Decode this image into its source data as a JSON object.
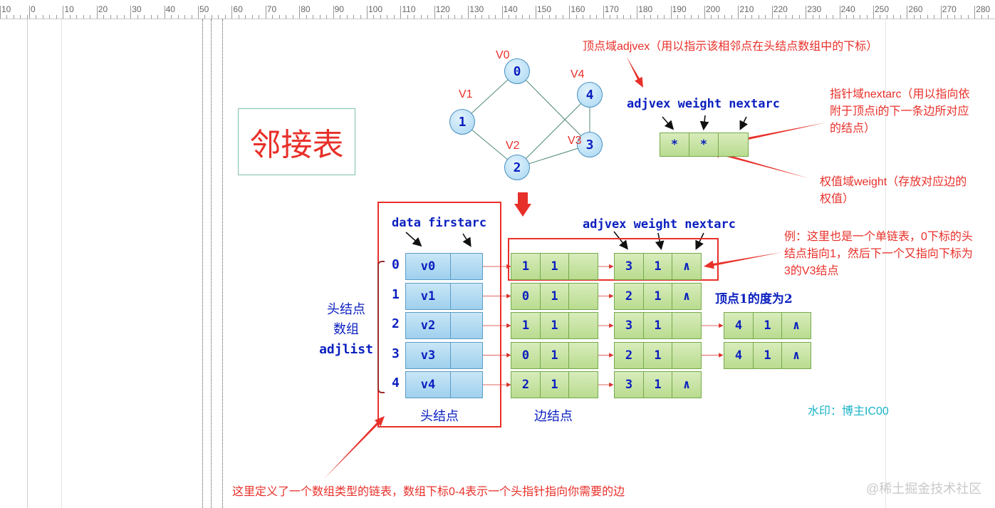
{
  "ruler": {
    "labels": [
      "10",
      "0",
      "10",
      "20",
      "30",
      "40",
      "50",
      "60",
      "70",
      "80",
      "90",
      "100",
      "110",
      "120",
      "130",
      "140",
      "150",
      "160",
      "170",
      "180",
      "190",
      "200",
      "210",
      "220",
      "230",
      "240",
      "250",
      "260",
      "270",
      "280"
    ]
  },
  "title": "邻接表",
  "graph": {
    "node_labels": [
      "0",
      "1",
      "2",
      "3",
      "4"
    ],
    "vertex_labels": [
      "V0",
      "V1",
      "V2",
      "V3",
      "V4"
    ],
    "edges": [
      [
        "0",
        "1"
      ],
      [
        "0",
        "3"
      ],
      [
        "1",
        "2"
      ],
      [
        "2",
        "3"
      ],
      [
        "2",
        "4"
      ],
      [
        "3",
        "4"
      ]
    ]
  },
  "edge_node_demo": {
    "fields": "adjvex weight nextarc",
    "cells": [
      "*",
      "*",
      ""
    ],
    "annotations": {
      "adjvex": "顶点域adjvex（用以指示该相邻点在头结点数组中的下标）",
      "nextarc": [
        "指针域nextarc（用以指向依",
        "附于顶点i的下一条边所对应",
        "的结点）"
      ],
      "weight": [
        "权值域weight（存放对应边的",
        "权值）"
      ]
    }
  },
  "head_array": {
    "fields": "data firstarc",
    "indices": [
      "0",
      "1",
      "2",
      "3",
      "4"
    ],
    "data": [
      "v0",
      "v1",
      "v2",
      "v3",
      "v4"
    ],
    "side_label": [
      "头结点",
      "数组",
      "adjlist"
    ],
    "caption": "头结点"
  },
  "edge_lists": {
    "fields": "adjvex weight nextarc",
    "caption": "边结点",
    "null_symbol": "∧",
    "rows": [
      [
        [
          "1",
          "1"
        ],
        [
          "3",
          "1"
        ]
      ],
      [
        [
          "0",
          "1"
        ],
        [
          "2",
          "1"
        ]
      ],
      [
        [
          "1",
          "1"
        ],
        [
          "3",
          "1"
        ],
        [
          "4",
          "1"
        ]
      ],
      [
        [
          "0",
          "1"
        ],
        [
          "2",
          "1"
        ],
        [
          "4",
          "1"
        ]
      ],
      [
        [
          "2",
          "1"
        ],
        [
          "3",
          "1"
        ]
      ]
    ]
  },
  "notes": {
    "example": [
      "例：这里也是一个单链表，0下标的头",
      "结点指向1，然后下一个又指向下标为",
      "3的V3结点"
    ],
    "degree": "顶点1的度为2",
    "bottom": "这里定义了一个数组类型的链表，数组下标0-4表示一个头指针指向你需要的边",
    "watermark": "水印：博主IC00",
    "site": "@稀土掘金技术社区"
  },
  "colors": {
    "red": "#e8302a",
    "blue": "#0a1fbf",
    "cyan": "#19b4c8",
    "green_cell": "#c5e3a0",
    "blue_cell": "#a9d6f0"
  }
}
